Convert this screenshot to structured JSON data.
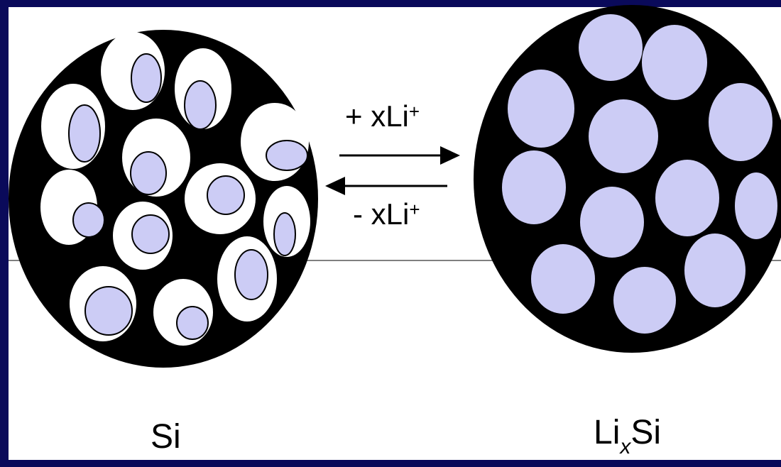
{
  "colors": {
    "frame": "#0a0a5a",
    "particle_body": "#000000",
    "void": "#ffffff",
    "lithium": "#ccccf5",
    "outline": "#000000"
  },
  "labels": {
    "lithiation": {
      "prefix": "+ xLi",
      "sup": "+"
    },
    "delithiation": {
      "prefix": "- xLi",
      "sup": "+"
    },
    "left_particle": "Si",
    "right_particle": {
      "main": "Li",
      "sub": "x",
      "tail": "Si"
    }
  },
  "arrows": {
    "forward": "right-arrow",
    "reverse": "left-arrow"
  }
}
